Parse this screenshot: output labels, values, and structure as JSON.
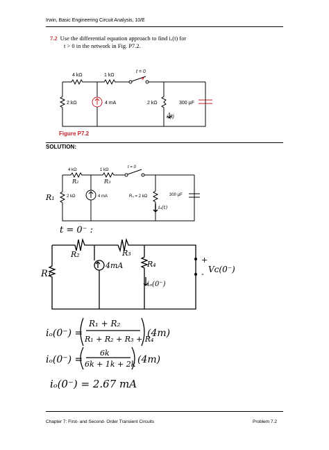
{
  "header": {
    "title": "Irwin, Basic Engineering Circuit Analysis, 10/E"
  },
  "problem": {
    "number": "7.2",
    "line1": "Use the differential equation approach to find iₒ(t) for",
    "line2": "t > 0 in the network in Fig. P7.2."
  },
  "figure": {
    "label": "Figure P7.2",
    "r_top_left": "4 kΩ",
    "r_top_mid": "1 kΩ",
    "switch": "t = 0",
    "r_left": "2 kΩ",
    "source": "4 mA",
    "r_right": "2 kΩ",
    "cap": "300 µF",
    "current": "iₒ(t)"
  },
  "solution": {
    "label": "SOLUTION:",
    "fig2": {
      "r_top_left": "4 kΩ",
      "r_top_mid": "1 kΩ",
      "switch": "t = 0",
      "r_left": "2 kΩ",
      "source": "4 mA",
      "r_right": "R₄ = 2 kΩ",
      "cap": "300 µF",
      "hw_r1": "R₁",
      "hw_r2": "R₂",
      "hw_r3": "R₃",
      "hw_io": "iₒ(t)"
    },
    "hw_t0": "t = 0⁻ :",
    "hw_circuit": {
      "r1": "R₁",
      "r2": "R₂",
      "r3": "R₃",
      "r4": "R₄",
      "source": "4mA",
      "io": "iₒ(0⁻)",
      "plus": "+",
      "minus": "-",
      "vc": "Vᴄ(0⁻)"
    },
    "eq1_lhs": "iₒ(0⁻) =",
    "eq1_num": "R₁ + R₂",
    "eq1_den": "R₁ + R₂ + R₃ + R₄",
    "eq1_rhs": "(4m)",
    "eq2_lhs": "iₒ(0⁻) =",
    "eq2_num": "6k",
    "eq2_den": "6k + 1k + 2k",
    "eq2_rhs": "(4m)",
    "eq3": "iₒ(0⁻) = 2.67 mA"
  },
  "footer": {
    "left": "Chapter 7: First- and Second- Order  Transient Circuits",
    "right": "Problem 7.2"
  }
}
